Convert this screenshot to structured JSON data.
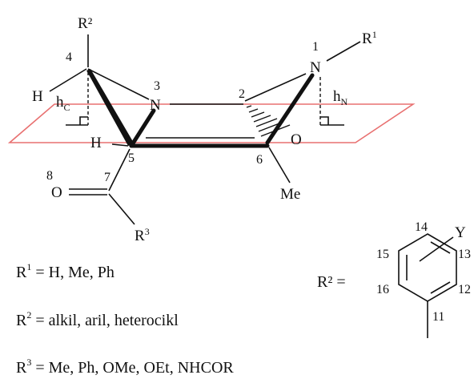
{
  "structure": {
    "atoms": {
      "r2_top": "R²",
      "c4_num": "4",
      "h_c4": "H",
      "hc": "h",
      "hc_sub": "C",
      "n3_num": "3",
      "n3": "N",
      "n1_num": "1",
      "n1": "N",
      "r1": "R",
      "r1_sup": "1",
      "c2_num": "2",
      "hn": "h",
      "hn_sub": "N",
      "h_c5": "H",
      "c5_num": "5",
      "c6_num": "6",
      "o_c2": "O",
      "me": "Me",
      "o8_num": "8",
      "c7_num": "7",
      "o8": "O",
      "r3": "R",
      "r3_sup": "3"
    },
    "colors": {
      "plane": "#e87070",
      "bonds": "#111111"
    }
  },
  "definitions": {
    "r1": {
      "base": "R",
      "sup": "1",
      "text": " = H, Me, Ph"
    },
    "r2": {
      "base": "R",
      "sup": "2",
      "text": " = alkil, aril, heterocikl"
    },
    "r3": {
      "base": "R",
      "sup": "3",
      "text": " = Me, Ph, OMe, OEt, NHCOR"
    }
  },
  "aryl": {
    "lhs": "R² =",
    "y": "Y",
    "n11": "11",
    "n12": "12",
    "n13": "13",
    "n14": "14",
    "n15": "15",
    "n16": "16"
  }
}
